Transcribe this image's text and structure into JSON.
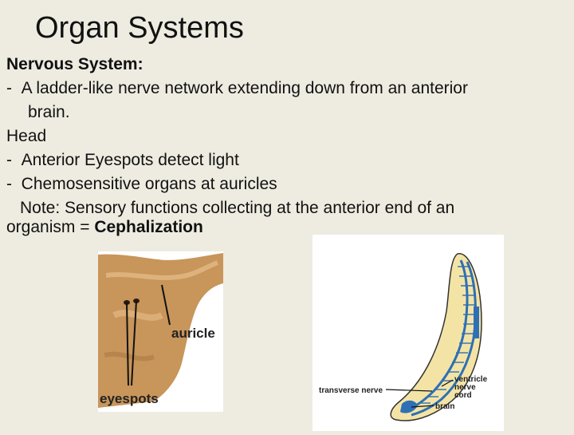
{
  "slide": {
    "title": "Organ Systems",
    "nervous_heading": "Nervous System:",
    "bullet1_dash": "-",
    "bullet1_line1": "A ladder-like nerve network extending down from an anterior",
    "bullet1_line2": "brain.",
    "head_heading": "Head",
    "bullet2_dash": "-",
    "bullet2": "Anterior Eyespots detect light",
    "bullet3_dash": "-",
    "bullet3": "Chemosensitive organs at auricles",
    "note_line1": "Note:   Sensory functions collecting at the anterior end of an",
    "note_line2_prefix": "organism  = ",
    "note_line2_bold": "Cephalization"
  },
  "figure_head": {
    "label_auricle": "auricle",
    "label_eyespots": "eyespots"
  },
  "figure_worm": {
    "label_transverse": "transverse nerve",
    "label_ventricle_1": "ventricle",
    "label_ventricle_2": "nerve",
    "label_ventricle_3": "cord",
    "label_brain": "brain"
  },
  "colors": {
    "background": "#eeece1",
    "head_tan": "#c8955a",
    "worm_fill": "#f3e4a6",
    "nerve_blue": "#2f6fb5"
  }
}
